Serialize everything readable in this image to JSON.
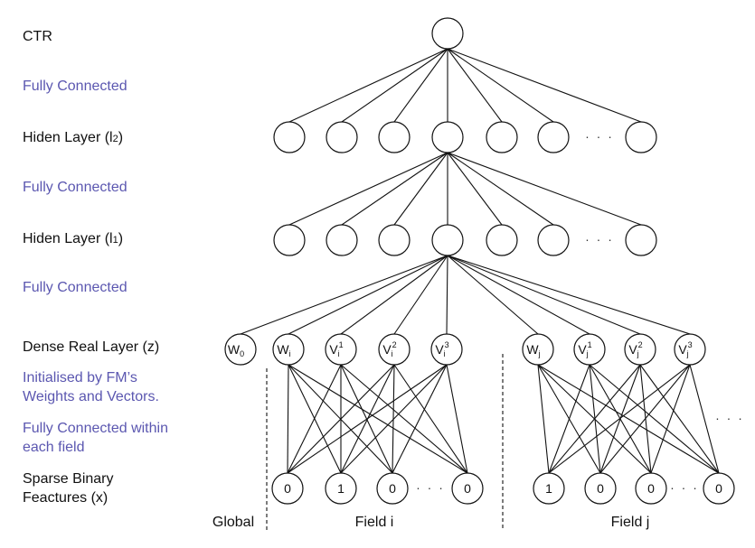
{
  "colors": {
    "annotation": "#5b57b0",
    "text": "#111111",
    "line": "#111111"
  },
  "left_labels": [
    {
      "id": "ctr",
      "text": "CTR",
      "type": "layer"
    },
    {
      "id": "fc1",
      "text": "Fully Connected",
      "type": "annotation"
    },
    {
      "id": "hidden2",
      "text": "Hiden Layer (l",
      "sub": "2",
      "close": ")",
      "type": "layer"
    },
    {
      "id": "fc2",
      "text": "Fully Connected",
      "type": "annotation"
    },
    {
      "id": "hidden1",
      "text": "Hiden Layer (l",
      "sub": "1",
      "close": ")",
      "type": "layer"
    },
    {
      "id": "fc3",
      "text": "Fully Connected",
      "type": "annotation"
    },
    {
      "id": "dense",
      "text": "Dense Real Layer (z)",
      "type": "layer"
    },
    {
      "id": "init_line1",
      "text": "Initialised by FM’s",
      "type": "annotation"
    },
    {
      "id": "init_line2",
      "text": "Weights and Vectors.",
      "type": "annotation"
    },
    {
      "id": "fcwf_line1",
      "text": "Fully Connected within",
      "type": "annotation"
    },
    {
      "id": "fcwf_line2",
      "text": "each field",
      "type": "annotation"
    },
    {
      "id": "sparse_line1",
      "text": "Sparse Binary",
      "type": "layer"
    },
    {
      "id": "sparse_line2",
      "text": "Feactures (x)",
      "type": "layer"
    }
  ],
  "diagram": {
    "output_node": {
      "label": ""
    },
    "hidden2": {
      "node_count_shown": 7,
      "ellipsis": "· · ·"
    },
    "hidden1": {
      "node_count_shown": 7,
      "ellipsis": "· · ·"
    },
    "dense_nodes": [
      {
        "base": "W",
        "sub": "0",
        "sup": "",
        "group": "global"
      },
      {
        "base": "W",
        "sub": "i",
        "sup": "",
        "group": "field_i"
      },
      {
        "base": "V",
        "sub": "i",
        "sup": "1",
        "group": "field_i"
      },
      {
        "base": "V",
        "sub": "i",
        "sup": "2",
        "group": "field_i"
      },
      {
        "base": "V",
        "sub": "i",
        "sup": "3",
        "group": "field_i"
      },
      {
        "base": "W",
        "sub": "j",
        "sup": "",
        "group": "field_j"
      },
      {
        "base": "V",
        "sub": "j",
        "sup": "1",
        "group": "field_j"
      },
      {
        "base": "V",
        "sub": "j",
        "sup": "2",
        "group": "field_j"
      },
      {
        "base": "V",
        "sub": "j",
        "sup": "3",
        "group": "field_j"
      }
    ],
    "sparse_field_i": [
      "0",
      "1",
      "0",
      "0"
    ],
    "sparse_field_j": [
      "1",
      "0",
      "0",
      "0"
    ],
    "ellipsis": "· · ·",
    "group_labels": {
      "global": "Global",
      "field_i": "Field i",
      "field_j": "Field j"
    }
  }
}
